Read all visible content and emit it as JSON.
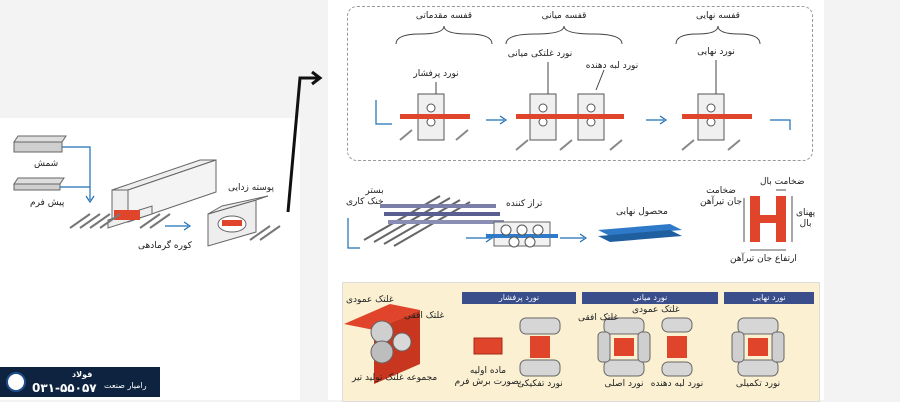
{
  "process": {
    "roughing_stage": "قفسه مقدماتی",
    "intermediate_stage": "قفسه میانی",
    "finishing_stage": "قفسه نهایی",
    "roughing_mill": "نورد پرفشار",
    "intermediate_mill": "نورد غلتکی میانی",
    "edger_mill": "نورد لبه دهنده",
    "finishing_mill": "نورد نهایی",
    "ingot": "شمش",
    "preform": "پیش فرم",
    "reheating_furnace": "کوره گرمادهی",
    "descaling": "پوسته زدایی",
    "cooling_bed": "بستر\nخنک کاری",
    "straightener": "تراز کننده",
    "final_product": "محصول نهایی"
  },
  "section": {
    "flange_thickness": "ضخامت بال",
    "web_thickness": "ضخامت\nجان تیرآهن",
    "flange_width": "پهنای\nبال",
    "web_height": "ارتفاع جان تیرآهن"
  },
  "stages": {
    "stand_assembly": "مجموعه غلتک تولید تیر",
    "vertical_roll": "غلتک عمودی",
    "horizontal_roll": "غلتک افقی",
    "roughing_header": "نورد پرفشار",
    "intermediate_header": "نورد میانی",
    "finishing_header": "نورد نهایی",
    "raw_material": "ماده اولیه\nبصورت برش فرم",
    "breakdown_mill": "نورد تفکیکی",
    "main_mill": "نورد اصلی",
    "edger_mill": "نورد لبه دهنده",
    "finishing_mill": "نورد تکمیلی",
    "vertical_roll_2": "غلتک عمودی",
    "horizontal_roll_2": "غلتک افقی"
  },
  "brand": {
    "name": "فولاد",
    "phone": "0۳۱-۵۵۰۵۷",
    "subtitle": "رامیار صنعت"
  },
  "colors": {
    "steel_hot": "#e0452b",
    "header_blue": "#3a4e8c",
    "straightener_blue": "#2f7ac8",
    "strip_bg": "#fbf1d2"
  }
}
